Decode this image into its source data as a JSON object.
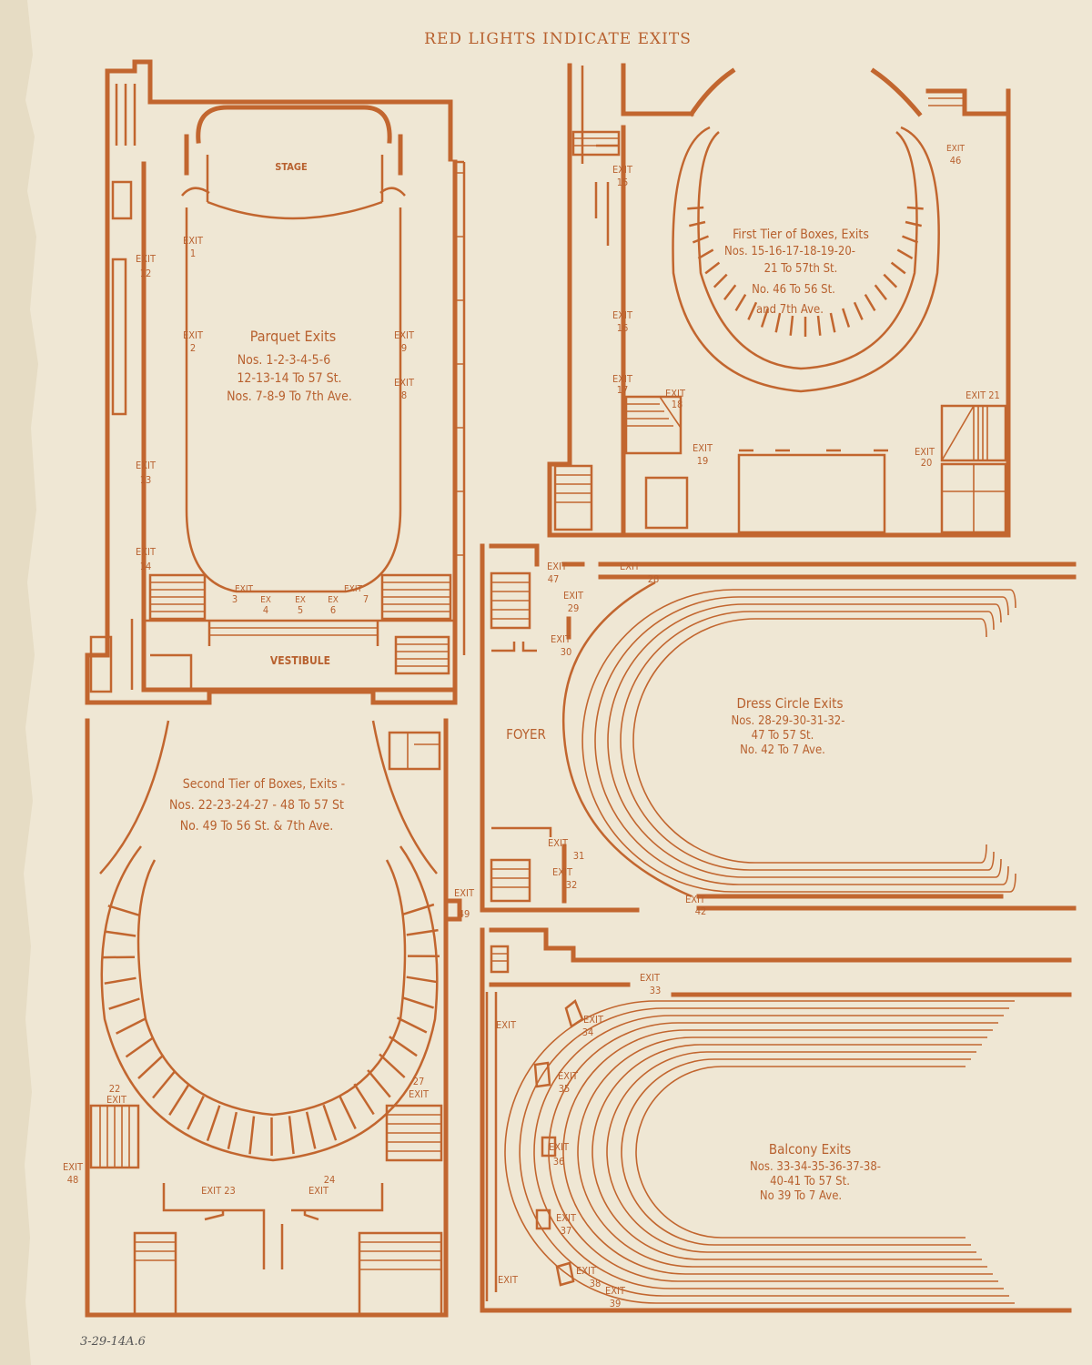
{
  "header": {
    "title": "RED LIGHTS INDICATE EXITS"
  },
  "annotation": "3-29-14A.6",
  "parquet": {
    "stage": "STAGE",
    "vestibule": "VESTIBULE",
    "title": "Parquet Exits",
    "lines": [
      "Nos. 1-2-3-4-5-6",
      "12-13-14 To 57 St.",
      "Nos. 7-8-9 To 7th Ave."
    ],
    "exits": {
      "e1": [
        "EXIT",
        "1"
      ],
      "e2": [
        "EXIT",
        "2"
      ],
      "e9": [
        "EXIT",
        "9"
      ],
      "e8": [
        "EXIT",
        "8"
      ],
      "e12": [
        "EXIT",
        "12"
      ],
      "e13": [
        "EXIT",
        "13"
      ],
      "e14": [
        "EXIT",
        "14"
      ],
      "e3": [
        "EXIT",
        "3"
      ],
      "e4": [
        "EX",
        "4"
      ],
      "e5": [
        "EX",
        "5"
      ],
      "e6": [
        "EX",
        "6"
      ],
      "e7": [
        "EXIT",
        "7"
      ]
    }
  },
  "first_tier": {
    "title": "First Tier of Boxes, Exits",
    "lines": [
      "Nos. 15-16-17-18-19-20-",
      "21 To 57th St.",
      "No. 46 To 56 St.",
      "and 7th Ave."
    ],
    "exits": {
      "e15": [
        "EXIT",
        "15"
      ],
      "e16": [
        "EXIT",
        "16"
      ],
      "e17": [
        "EXIT",
        "17"
      ],
      "e18": [
        "EXIT",
        "18"
      ],
      "e19": [
        "EXIT",
        "19"
      ],
      "e20": [
        "EXIT",
        "20"
      ],
      "e21": [
        "EXIT 21",
        ""
      ],
      "e46": [
        "EXIT",
        "46"
      ]
    }
  },
  "second_tier": {
    "title": "Second Tier of Boxes, Exits -",
    "lines": [
      "Nos. 22-23-24-27 - 48 To 57 St",
      "No. 49 To 56 St. & 7th Ave."
    ],
    "exits": {
      "e22": [
        "22",
        "EXIT"
      ],
      "e27": [
        "27",
        "EXIT"
      ],
      "e48": [
        "EXIT",
        "48"
      ],
      "e49": [
        "EXIT",
        "49"
      ],
      "e23": [
        "EXIT 23",
        ""
      ],
      "e24": [
        "24",
        "EXIT"
      ]
    }
  },
  "dress_circle": {
    "foyer": "FOYER",
    "title": "Dress Circle Exits",
    "lines": [
      "Nos. 28-29-30-31-32-",
      "47 To 57 St.",
      "No. 42 To 7 Ave."
    ],
    "exits": {
      "e47": [
        "EXIT",
        "47"
      ],
      "e28": [
        "EXIT",
        "28"
      ],
      "e29": [
        "EXIT",
        "29"
      ],
      "e30": [
        "EXIT",
        "30"
      ],
      "e31": [
        "EXIT",
        "31"
      ],
      "e32": [
        "EXIT",
        "32"
      ],
      "e42": [
        "EXIT",
        "42"
      ]
    }
  },
  "balcony": {
    "title": "Balcony Exits",
    "lines": [
      "Nos. 33-34-35-36-37-38-",
      "40-41 To 57 St.",
      "No 39 To 7 Ave."
    ],
    "exits": {
      "e33": [
        "EXIT",
        "33"
      ],
      "e34": [
        "EXIT",
        "34"
      ],
      "e35": [
        "EXIT",
        "35"
      ],
      "e36": [
        "EXIT",
        "36"
      ],
      "e37": [
        "EXIT",
        "37"
      ],
      "e38": [
        "EXIT",
        "38"
      ],
      "e39": [
        "EXIT",
        "39"
      ],
      "etop": [
        "EXIT",
        ""
      ],
      "ebot": [
        "EXIT",
        ""
      ]
    }
  },
  "colors": {
    "ink": "#c2662f",
    "paper": "#efe7d4"
  }
}
